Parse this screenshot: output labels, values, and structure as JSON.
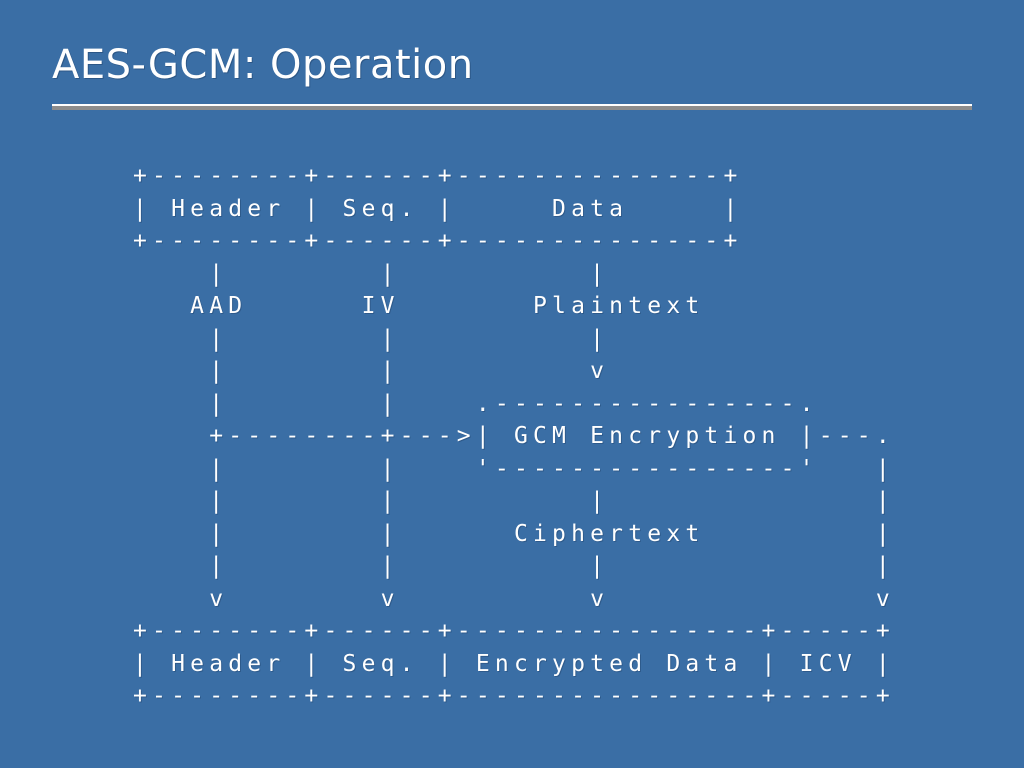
{
  "slide": {
    "background_color": "#3a6ea5",
    "text_color": "#ffffff",
    "rule_color": "#ffffff",
    "rule_shadow_color": "#8d8d8d",
    "title": "AES-GCM: Operation"
  },
  "diagram": {
    "type": "ascii-art-flow",
    "description": "AES-GCM packet encryption operation flow",
    "input_packet": {
      "fields": [
        "Header",
        "Seq.",
        "Data"
      ],
      "top_border": "+--------+------+--------------+",
      "content_row": "| Header | Seq. |     Data     |",
      "bottom_border": "+--------+------+--------------+"
    },
    "input_labels": [
      "AAD",
      "IV",
      "Plaintext"
    ],
    "process_box": {
      "label": "GCM Encryption",
      "top_border": ".----------------.",
      "content_row": "| GCM Encryption |",
      "bottom_border": "'----------------'"
    },
    "output_labels": [
      "Ciphertext"
    ],
    "output_packet": {
      "fields": [
        "Header",
        "Seq.",
        "Encrypted Data",
        "ICV"
      ],
      "top_border": "+--------+------+----------------+-----+",
      "content_row": "| Header | Seq. | Encrypted Data | ICV |",
      "bottom_border": "+--------+------+----------------+-----+"
    },
    "lines": [
      "+--------+------+--------------+",
      "| Header | Seq. |     Data     |",
      "+--------+------+--------------+",
      "    |        |          |",
      "   AAD      IV       Plaintext",
      "    |        |          |",
      "    |        |          v",
      "    |        |    .----------------.",
      "    +--------+--->| GCM Encryption |---.",
      "    |        |    '----------------'   |",
      "    |        |          |              |",
      "    |        |      Ciphertext         |",
      "    |        |          |              |",
      "    v        v          v              v",
      "+--------+------+----------------+-----+",
      "| Header | Seq. | Encrypted Data | ICV |",
      "+--------+------+----------------+-----+"
    ]
  }
}
